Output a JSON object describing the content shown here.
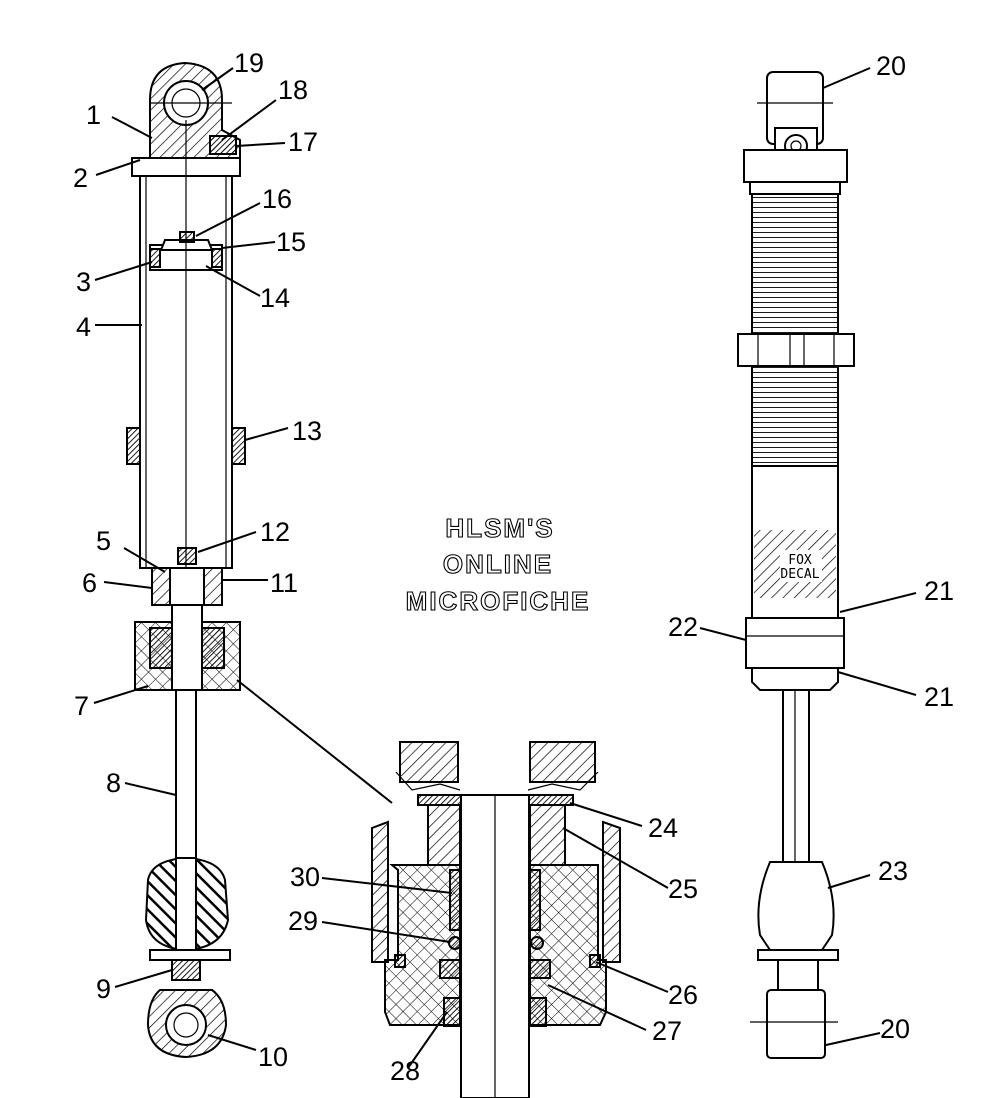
{
  "watermark": {
    "line1": "HLSM'S",
    "line2": "ONLINE",
    "line3": "MICROFICHE"
  },
  "decal": {
    "line1": "FOX",
    "line2": "DECAL"
  },
  "callouts": {
    "c1": "1",
    "c2": "2",
    "c3": "3",
    "c4": "4",
    "c5": "5",
    "c6": "6",
    "c7": "7",
    "c8": "8",
    "c9": "9",
    "c10": "10",
    "c11": "11",
    "c12": "12",
    "c13": "13",
    "c14": "14",
    "c15": "15",
    "c16": "16",
    "c17": "17",
    "c18": "18",
    "c19": "19",
    "c20a": "20",
    "c20b": "20",
    "c21a": "21",
    "c21b": "21",
    "c22": "22",
    "c23": "23",
    "c24": "24",
    "c25": "25",
    "c26": "26",
    "c27": "27",
    "c28": "28",
    "c29": "29",
    "c30": "30"
  }
}
